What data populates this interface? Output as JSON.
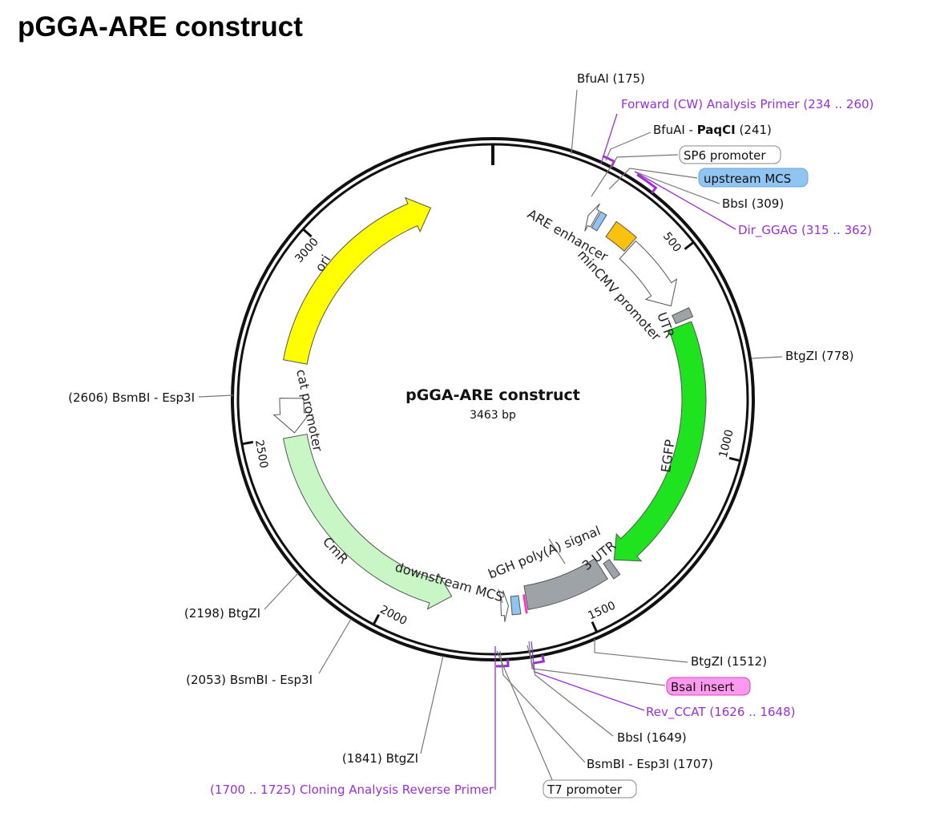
{
  "title": "pGGA-ARE construct",
  "plasmid": {
    "name": "pGGA-ARE construct",
    "length_label": "3463 bp",
    "length_bp": 3463
  },
  "ticks": [
    "500",
    "1000",
    "1500",
    "2000",
    "2500",
    "3000"
  ],
  "features": [
    {
      "name": "SP6 promoter",
      "start": 264,
      "end": 284,
      "dir": -1,
      "color": "#ffffff",
      "small": true
    },
    {
      "name": "upstream MCS",
      "start": 288,
      "end": 305,
      "dir": 0,
      "color": "#90c4f2",
      "small": true
    },
    {
      "name": "ARE enhancer",
      "start": 335,
      "end": 400,
      "dir": 0,
      "color": "#fbc10f",
      "small": true
    },
    {
      "name": "minCMV promoter",
      "start": 405,
      "end": 600,
      "dir": 1,
      "color": "#ffffff"
    },
    {
      "name": "UTR",
      "start": 625,
      "end": 650,
      "dir": 0,
      "color": "#9ea3a8",
      "small": true
    },
    {
      "name": "EGFP",
      "start": 660,
      "end": 1375,
      "dir": 1,
      "color": "#1ee31e"
    },
    {
      "name": "3 UTR",
      "start": 1385,
      "end": 1405,
      "dir": 0,
      "color": "#9ea3a8",
      "small": true
    },
    {
      "name": "bGH poly(A) signal",
      "start": 1418,
      "end": 1640,
      "dir": 0,
      "color": "#9ea3a8"
    },
    {
      "name": "BsaI insert",
      "start": 1643,
      "end": 1647,
      "dir": 0,
      "color": "#ff33cc",
      "small": true
    },
    {
      "name": "downstream MCS",
      "start": 1660,
      "end": 1682,
      "dir": 0,
      "color": "#90c4f2",
      "small": true
    },
    {
      "name": "T7 promoter",
      "start": 1690,
      "end": 1710,
      "dir": -1,
      "color": "#ffffff",
      "small": true
    },
    {
      "name": "CmR",
      "start": 1845,
      "end": 2495,
      "dir": -1,
      "color": "#c8f7c5"
    },
    {
      "name": "cat promoter",
      "start": 2505,
      "end": 2600,
      "dir": -1,
      "color": "#ffffff"
    },
    {
      "name": "ori",
      "start": 2700,
      "end": 3290,
      "dir": 1,
      "color": "#ffff00"
    }
  ],
  "primers": [
    {
      "label": "Forward (CW) Analysis Primer",
      "range": "(234 .. 260)",
      "start": 234,
      "end": 260
    },
    {
      "label": "Dir_GGAG",
      "range": "(315 .. 362)",
      "start": 315,
      "end": 362
    },
    {
      "label": "Rev_CCAT",
      "range": "(1626 .. 1648)",
      "start": 1626,
      "end": 1648
    },
    {
      "label": "Cloning Analysis Reverse Primer",
      "range": "(1700 .. 1725)",
      "start": 1700,
      "end": 1725
    }
  ],
  "sites": [
    {
      "label": "BfuAI",
      "pos": "(175)"
    },
    {
      "label": "BfuAI - ",
      "bold": "PaqCI",
      "pos": "(241)"
    },
    {
      "label": "BbsI",
      "pos": "(309)"
    },
    {
      "label": "BtgZI",
      "pos": "(778)"
    },
    {
      "label": "BtgZI",
      "pos": "(1512)"
    },
    {
      "label": "BbsI",
      "pos": "(1649)"
    },
    {
      "label": "BsmBI - Esp3I",
      "pos": "(1707)"
    },
    {
      "label": "BtgZI",
      "pos": "(1841)"
    },
    {
      "label": "BsmBI - Esp3I",
      "pos": "(2053)"
    },
    {
      "label": "BtgZI",
      "pos": "(2198)"
    },
    {
      "label": "BsmBI - Esp3I",
      "pos": "(2606)"
    }
  ],
  "boxed_labels": {
    "sp6": "SP6 promoter",
    "upstream": "upstream MCS",
    "bsai": "BsaI insert",
    "t7": "T7 promoter"
  },
  "colors": {
    "purple": "#9b2fd6",
    "pink": "#ff99ee",
    "blue": "#90c4f2"
  }
}
